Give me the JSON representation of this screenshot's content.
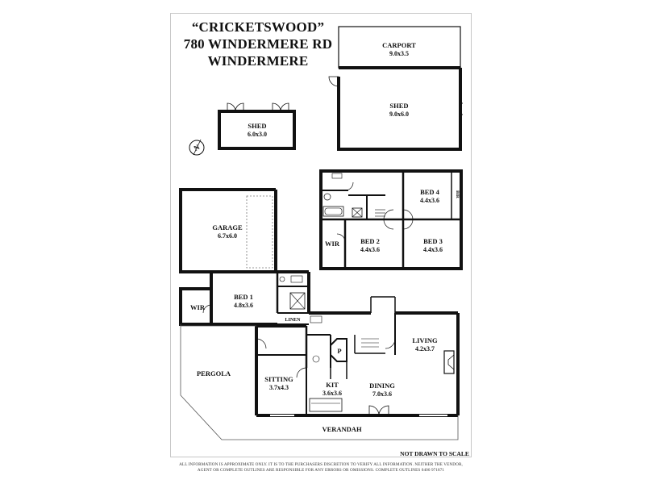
{
  "title": {
    "line1": "“CRICKETSWOOD”",
    "line2": "780 WINDERMERE RD",
    "line3": "WINDERMERE"
  },
  "rooms": {
    "carport": {
      "name": "CARPORT",
      "size": "9.0x3.5"
    },
    "shed_large": {
      "name": "SHED",
      "size": "9.0x6.0"
    },
    "shed_small": {
      "name": "SHED",
      "size": "6.0x3.0"
    },
    "garage": {
      "name": "GARAGE",
      "size": "6.7x6.0"
    },
    "bed4": {
      "name": "BED 4",
      "size": "4.4x3.6"
    },
    "bed2": {
      "name": "BED 2",
      "size": "4.4x3.6"
    },
    "bed3": {
      "name": "BED 3",
      "size": "4.4x3.6"
    },
    "wir_upper": {
      "name": "WIR"
    },
    "bir": {
      "name": "BIR"
    },
    "bed1": {
      "name": "BED 1",
      "size": "4.8x3.6"
    },
    "wir_lower": {
      "name": "WIR"
    },
    "linen": {
      "name": "LINEN"
    },
    "living": {
      "name": "LIVING",
      "size": "4.2x3.7"
    },
    "pantry": {
      "name": "P"
    },
    "pergola": {
      "name": "PERGOLA"
    },
    "sitting": {
      "name": "SITTING",
      "size": "3.7x4.3"
    },
    "kit": {
      "name": "KIT",
      "size": "3.6x3.6"
    },
    "dining": {
      "name": "DINING",
      "size": "7.0x3.6"
    },
    "verandah": {
      "name": "VERANDAH"
    }
  },
  "compass": {
    "letter": "N"
  },
  "scale_note": "NOT DRAWN TO SCALE",
  "disclaimer": {
    "line1": "ALL INFORMATION IS APPROXIMATE ONLY. IT IS TO THE PURCHASERS DISCRETION TO VERIFY ALL INFORMATION. NEITHER THE VENDOR,",
    "line2": "AGENT OR COMPLETE OUTLINES ARE RESPONSIBLE FOR ANY ERRORS OR OMISSIONS. COMPLETE OUTLINES 0400 971871"
  },
  "colors": {
    "wall": "#111111",
    "thin": "#444444",
    "frame": "#c7c7c7"
  }
}
